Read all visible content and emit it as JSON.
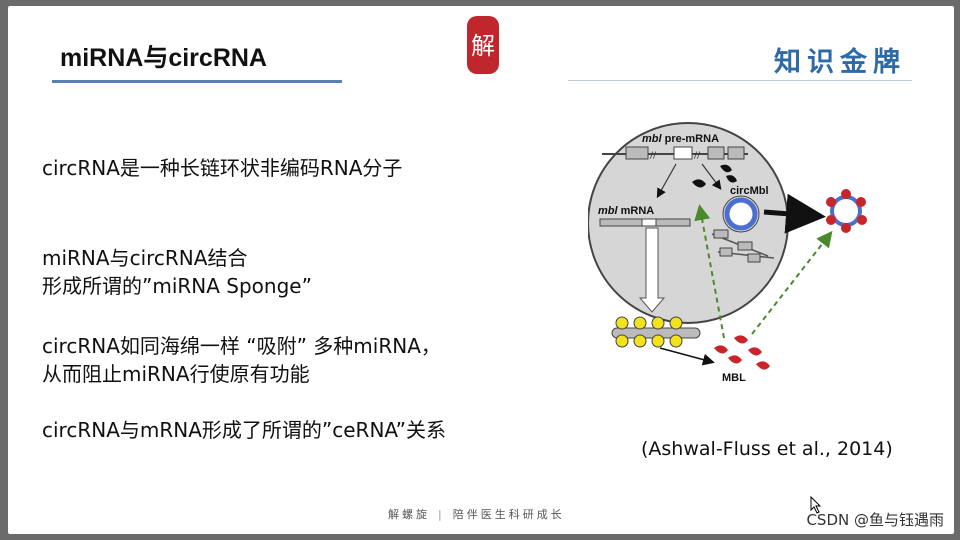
{
  "slide": {
    "title": "miRNA与circRNA",
    "seal_char": "解",
    "badge": "知识金牌",
    "points": [
      {
        "lines": [
          "circRNA是一种长链环状非编码RNA分子"
        ]
      },
      {
        "lines": [
          "miRNA与circRNA结合",
          "形成所谓的”miRNA Sponge”"
        ]
      },
      {
        "lines": [
          "circRNA如同海绵一样 “吸附” 多种miRNA，",
          "从而阻止miRNA行使原有功能"
        ]
      },
      {
        "lines": [
          "circRNA与mRNA形成了所谓的”ceRNA”关系"
        ]
      }
    ],
    "citation": "(Ashwal-Fluss et al., 2014)",
    "footer": {
      "left": "解螺旋",
      "separator": "|",
      "right": "陪伴医生科研成长"
    }
  },
  "diagram": {
    "labels": {
      "pre_mrna_italic": "mbl",
      "pre_mrna_rest": " pre-mRNA",
      "mrna_italic": "mbl",
      "mrna_rest": " mRNA",
      "circ": "circMbl",
      "protein": "MBL"
    },
    "colors": {
      "cell_fill": "#d6d6d6",
      "protein_red": "#c8252a",
      "ring_blue": "#4a6fd0",
      "bead_yellow": "#f2e21a",
      "dashed_green": "#4a8a2a"
    }
  },
  "watermark": "CSDN @鱼与钰遇雨"
}
